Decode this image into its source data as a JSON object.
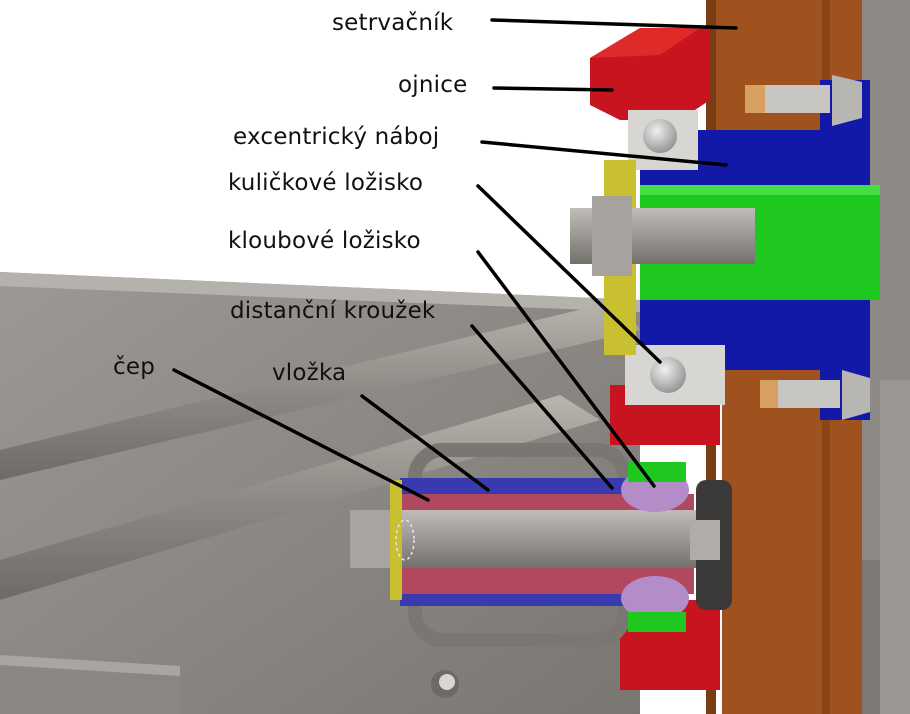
{
  "labels": {
    "flywheel": "setrvačník",
    "connecting_rod": "ojnice",
    "eccentric_hub": "excentrický náboj",
    "ball_bearing": "kuličkové ložisko",
    "spherical_bearing": "kloubové ložisko",
    "spacer_ring": "distanční kroužek",
    "liner": "vložka",
    "pin": "čep"
  },
  "colors": {
    "flywheel": "#a0521e",
    "connecting_rod": "#c8141e",
    "eccentric_hub": "#1218a8",
    "shaft_green": "#1ec81e",
    "liner_red": "#b04860",
    "liner_blue": "#3a3ab0",
    "spherical_bearing": "#b48cc8",
    "spacer_yellow": "#c8c030",
    "steel_grey": "#8c8c8c",
    "background_grey": "#8a8784"
  }
}
